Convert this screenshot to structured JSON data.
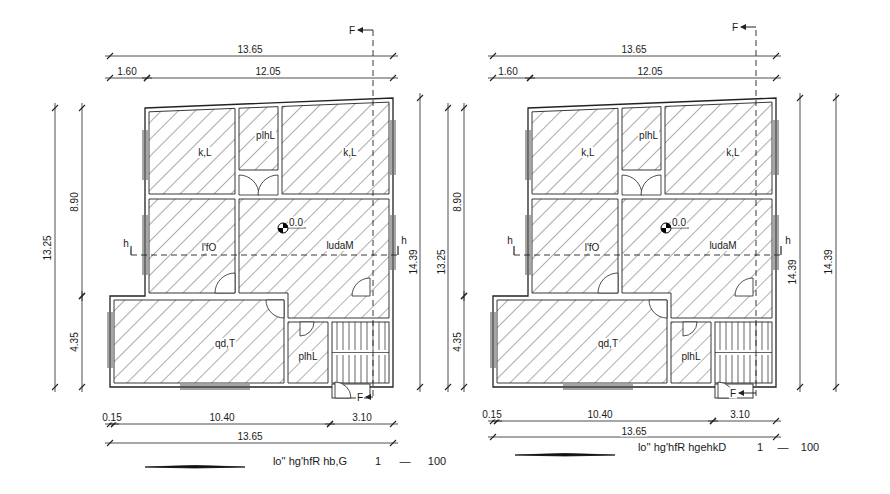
{
  "diagram": {
    "nodes": [
      {
        "text": [
          "k,L"
        ]
      },
      {
        "text": [
          "plhL"
        ]
      },
      {
        "text": [
          "k,L"
        ]
      },
      {
        "text": [
          "l'fO"
        ]
      },
      {
        "text": [
          "ludaM"
        ]
      },
      {
        "text": [
          "qd,T"
        ]
      },
      {
        "text": [
          "plhL"
        ]
      },
      {
        "text": [
          "k,L"
        ]
      },
      {
        "text": [
          "plhL"
        ]
      },
      {
        "text": [
          "k,L"
        ]
      },
      {
        "text": [
          "l'fO"
        ]
      },
      {
        "text": [
          "ludaM"
        ]
      },
      {
        "text": [
          "qd,T"
        ]
      },
      {
        "text": [
          "plhL"
        ]
      }
    ],
    "labels": [
      "F",
      "13.65",
      "1.60",
      "12.05",
      "13.25",
      "8.90",
      "4.35",
      "h",
      "0.0",
      "h",
      "14.39",
      "13.25",
      "F",
      "0.15",
      "10.40",
      "3.10",
      "13.65",
      "lo'' hg'hfR hb,G",
      "1",
      "—",
      "100",
      "F",
      "13.65",
      "1.60",
      "12.05",
      "8.90",
      "4.35",
      "h",
      "0.0",
      "h",
      "14.39",
      "14.39",
      "F",
      "0.15",
      "10.40",
      "3.10",
      "13.65",
      "lo'' hg'hfR hgehkD",
      "1",
      "—",
      "100"
    ]
  }
}
